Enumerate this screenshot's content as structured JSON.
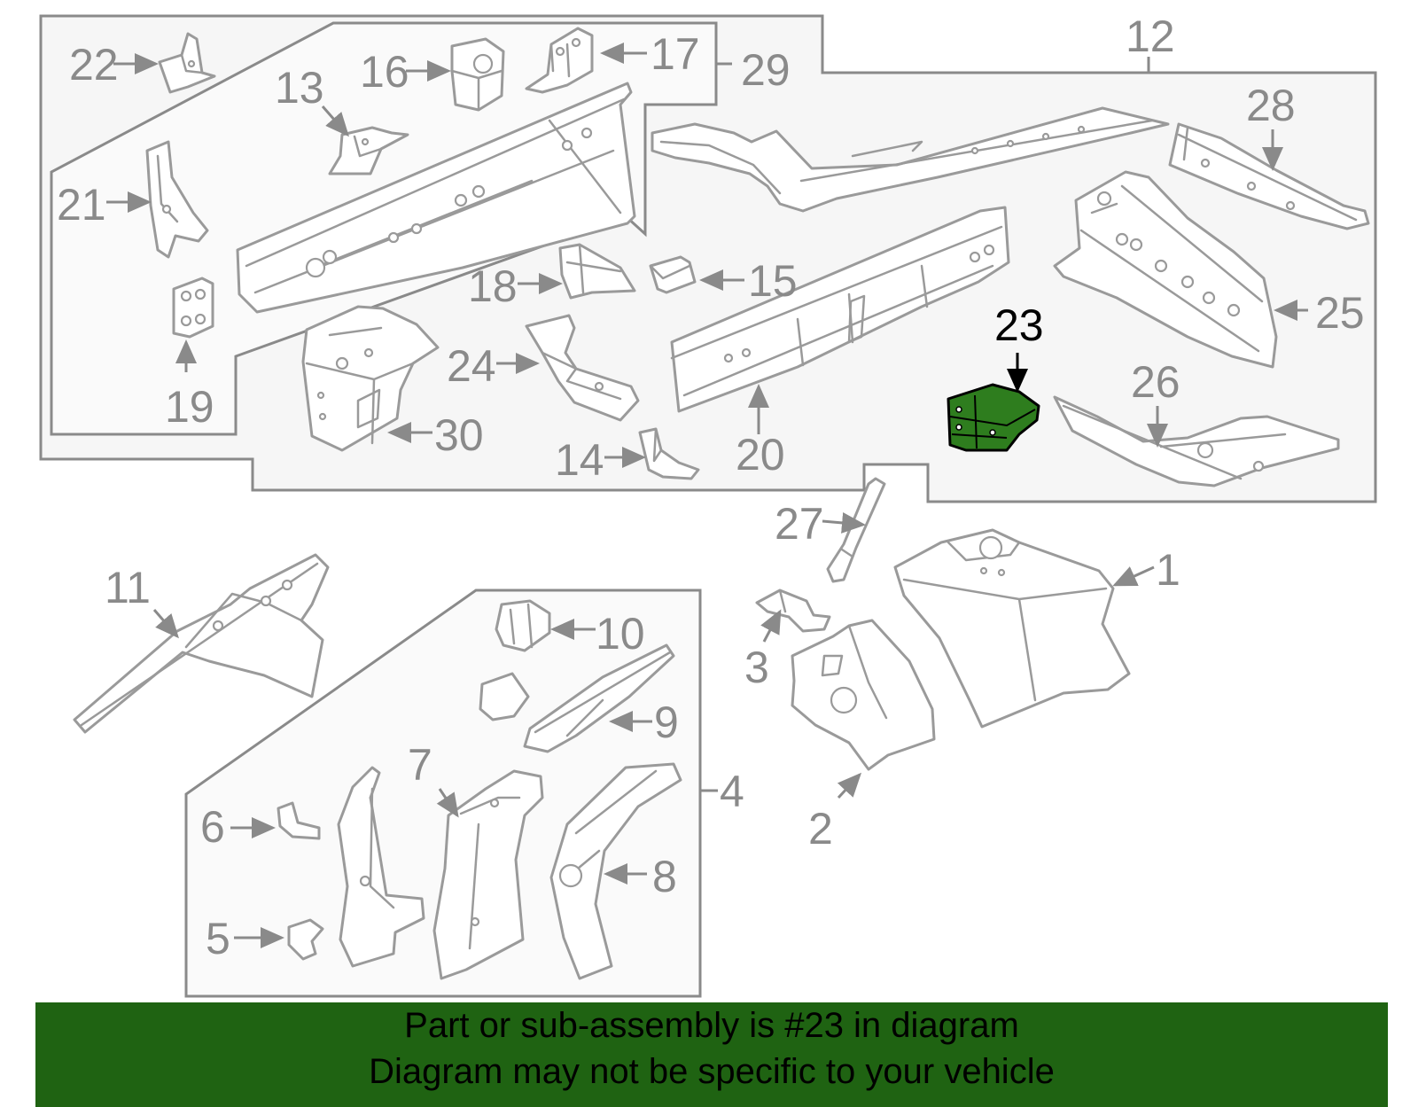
{
  "diagram": {
    "highlighted_part": "23",
    "highlight_color": "#2e7d1e",
    "line_color": "#9a9a9a",
    "callouts": {
      "c1": "1",
      "c2": "2",
      "c3": "3",
      "c4": "4",
      "c5": "5",
      "c6": "6",
      "c7": "7",
      "c8": "8",
      "c9": "9",
      "c10": "10",
      "c11": "11",
      "c12": "12",
      "c13": "13",
      "c14": "14",
      "c15": "15",
      "c16": "16",
      "c17": "17",
      "c18": "18",
      "c19": "19",
      "c20": "20",
      "c21": "21",
      "c22": "22",
      "c23": "23",
      "c24": "24",
      "c25": "25",
      "c26": "26",
      "c27": "27",
      "c28": "28",
      "c29": "29",
      "c30": "30"
    }
  },
  "banner": {
    "background": "#1f6312",
    "line1": "Part or sub-assembly is #23 in diagram",
    "line2": "Diagram may not be specific to your vehicle"
  }
}
